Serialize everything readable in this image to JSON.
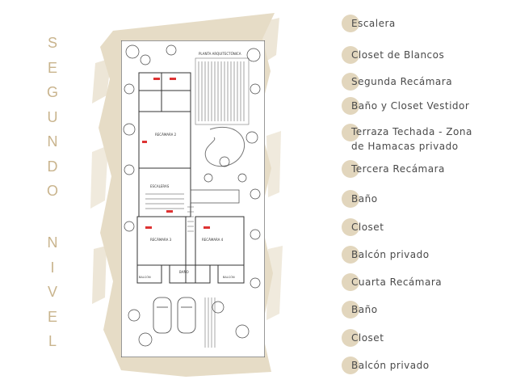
{
  "title": {
    "word1": [
      "S",
      "E",
      "G",
      "U",
      "N",
      "D",
      "O"
    ],
    "word2": [
      "N",
      "I",
      "V",
      "E",
      "L"
    ]
  },
  "colors": {
    "title": "#c9b48d",
    "dot": "#e2d6bd",
    "paint": "#e6dcc6",
    "text": "#4a4a4a"
  },
  "plan_labels": {
    "garden": "PLANTA ARQUITECTÓNICA",
    "recamara2": "RECÁMARA 2",
    "escaleras": "ESCALERAS",
    "recamara3": "RECÁMARA 3",
    "recamara4": "RECÁMARA 4",
    "bano": "BAÑO",
    "balcon_left": "BALCÓN",
    "balcon_right": "BALCÓN"
  },
  "legend": [
    {
      "label": "Escalera"
    },
    {
      "label": "Closet de Blancos"
    },
    {
      "label": "Segunda Recámara"
    },
    {
      "label": "Baño y Closet Vestidor"
    },
    {
      "label": "Terraza Techada - Zona\nde Hamacas privado"
    },
    {
      "label": "Tercera Recámara"
    },
    {
      "label": "Baño"
    },
    {
      "label": "Closet"
    },
    {
      "label": "Balcón privado"
    },
    {
      "label": "Cuarta Recámara"
    },
    {
      "label": "Baño"
    },
    {
      "label": "Closet"
    },
    {
      "label": "Balcón privado"
    }
  ]
}
